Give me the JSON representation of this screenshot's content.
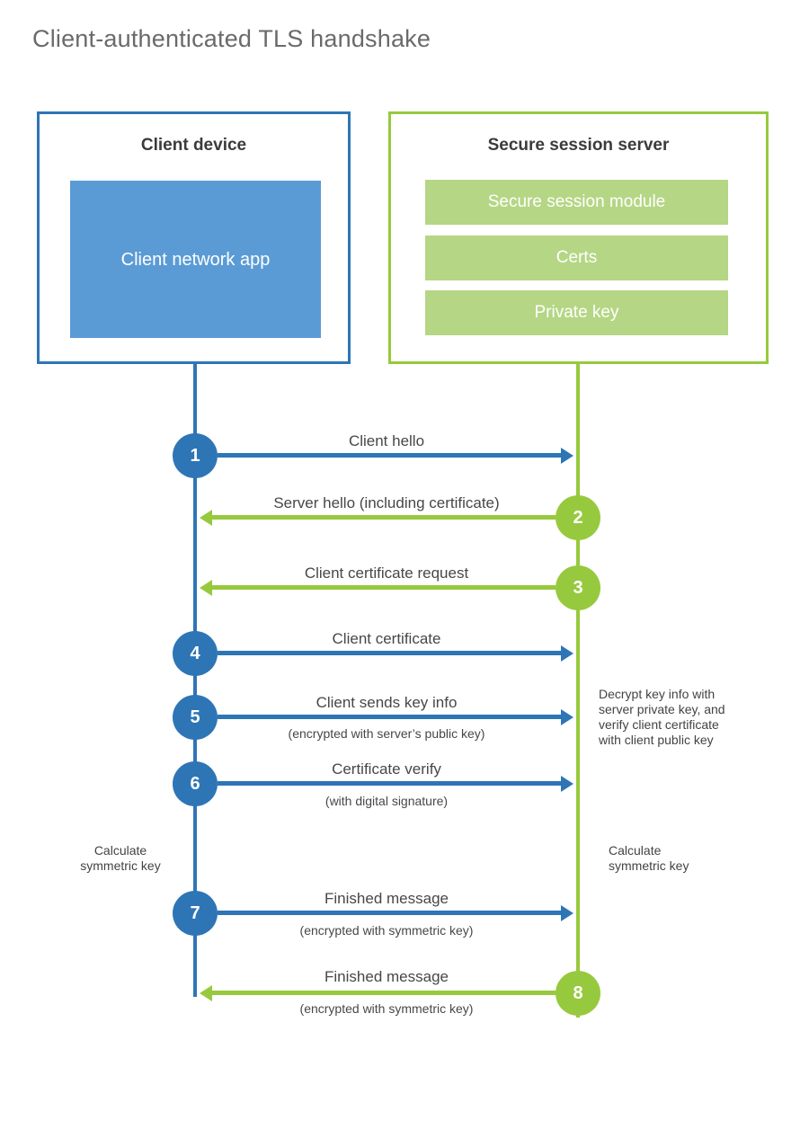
{
  "title": "Client-authenticated TLS handshake",
  "colors": {
    "blue_line": "#2e75b6",
    "blue_fill": "#5b9bd5",
    "green_line": "#97c93e",
    "green_fill": "#b5d684",
    "label_text": "#474747",
    "title_text": "#6a6a6a",
    "white_text": "#ffffff"
  },
  "client": {
    "title": "Client device",
    "app_label": "Client network app"
  },
  "server": {
    "title": "Secure session server",
    "modules": [
      "Secure session module",
      "Certs",
      "Private key"
    ]
  },
  "steps": [
    {
      "num": "1",
      "label": "Client hello",
      "direction": "client-to-server",
      "color": "blue"
    },
    {
      "num": "2",
      "label": "Server hello (including certificate)",
      "direction": "server-to-client",
      "color": "green"
    },
    {
      "num": "3",
      "label": "Client certificate request",
      "direction": "server-to-client",
      "color": "green"
    },
    {
      "num": "4",
      "label": "Client certificate",
      "direction": "client-to-server",
      "color": "blue"
    },
    {
      "num": "5",
      "label": "Client sends key info",
      "sublabel": "(encrypted with server’s public key)",
      "direction": "client-to-server",
      "color": "blue"
    },
    {
      "num": "6",
      "label": "Certificate verify",
      "sublabel": "(with digital signature)",
      "direction": "client-to-server",
      "color": "blue"
    },
    {
      "num": "7",
      "label": "Finished message",
      "sublabel": "(encrypted with symmetric key)",
      "direction": "client-to-server",
      "color": "blue"
    },
    {
      "num": "8",
      "label": "Finished message",
      "sublabel": "(encrypted with symmetric key)",
      "direction": "server-to-client",
      "color": "green"
    }
  ],
  "annotations": {
    "decrypt_note": {
      "lines": [
        "Decrypt key info with",
        "server private key, and",
        "verify client certificate",
        "with client public key"
      ]
    },
    "calc_left": {
      "lines": [
        "Calculate",
        "symmetric key"
      ]
    },
    "calc_right": {
      "lines": [
        "Calculate",
        "symmetric key"
      ]
    }
  }
}
